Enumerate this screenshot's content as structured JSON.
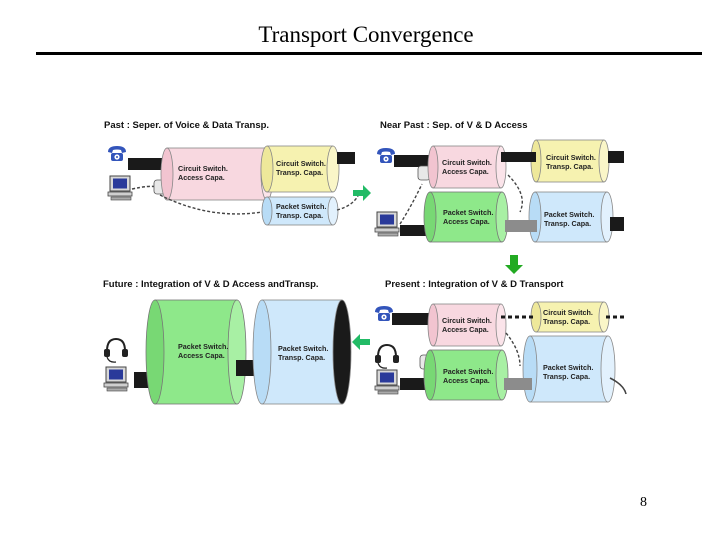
{
  "slide": {
    "title": "Transport Convergence",
    "page_number": "8"
  },
  "colors": {
    "circuit_access": "#f8d8e0",
    "circuit_transport": "#f6f2b0",
    "packet_access": "#8ee88a",
    "packet_transport": "#cfe8fb",
    "link": "#1a1a1a",
    "arrow": "#22bb66",
    "down_arrow": "#22aa22"
  },
  "panels": {
    "past": {
      "title": "Past : Seper. of Voice & Data Transp.",
      "labels": {
        "circuit_access": [
          "Circuit Switch.",
          "Access Capa."
        ],
        "circuit_transport": [
          "Circuit Switch.",
          "Transp. Capa."
        ],
        "packet_transport": [
          "Packet Switch.",
          "Transp. Capa."
        ]
      }
    },
    "near_past": {
      "title": "Near Past : Sep. of V & D Access",
      "labels": {
        "circuit_access": [
          "Circuit Switch.",
          "Access Capa."
        ],
        "circuit_transport": [
          "Circuit Switch.",
          "Transp. Capa."
        ],
        "packet_access": [
          "Packet Switch.",
          "Access Capa."
        ],
        "packet_transport": [
          "Packet Switch.",
          "Transp. Capa."
        ]
      }
    },
    "future": {
      "title": "Future : Integration of V & D Access andTransp.",
      "labels": {
        "packet_access": [
          "Packet Switch.",
          "Access Capa."
        ],
        "packet_transport": [
          "Packet Switch.",
          "Transp. Capa."
        ]
      }
    },
    "present": {
      "title": "Present : Integration of V & D Transport",
      "labels": {
        "circuit_access": [
          "Circuit Switch.",
          "Access Capa."
        ],
        "circuit_transport": [
          "Circuit Switch.",
          "Transp. Capa."
        ],
        "packet_access": [
          "Packet Switch.",
          "Access Capa."
        ],
        "packet_transport": [
          "Packet Switch.",
          "Transp. Capa."
        ]
      }
    }
  },
  "icons": [
    "telephone-icon",
    "computer-icon",
    "headset-icon",
    "right-arrow-icon",
    "down-arrow-icon",
    "left-arrow-icon"
  ]
}
